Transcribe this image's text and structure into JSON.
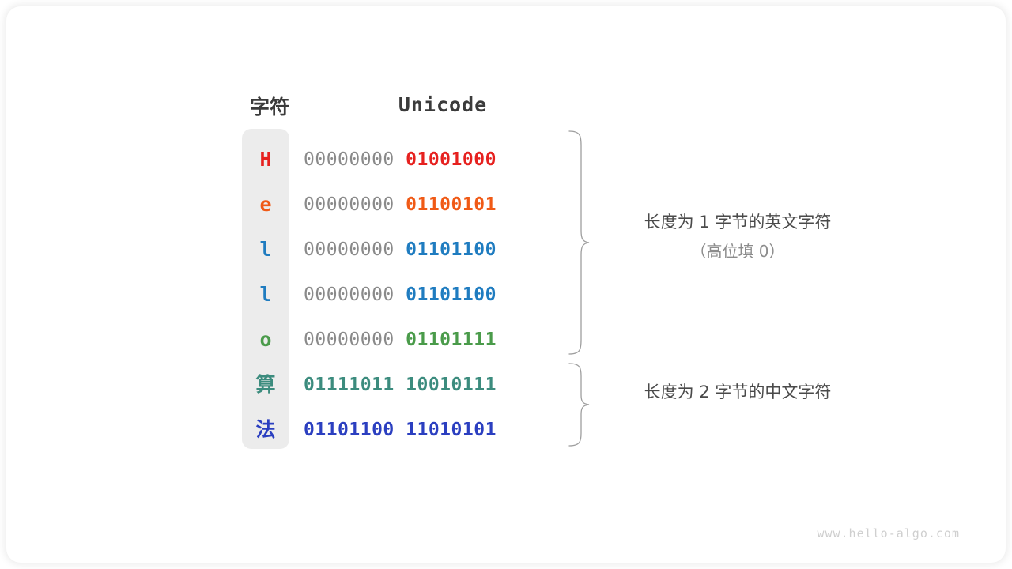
{
  "figure": {
    "title_columns": {
      "character": "字符",
      "unicode": "Unicode"
    },
    "rows": [
      {
        "char": "H",
        "high_byte": "00000000",
        "low_byte": "01001000",
        "color": "#E6211F",
        "cjk": false
      },
      {
        "char": "e",
        "high_byte": "00000000",
        "low_byte": "01100101",
        "color": "#F05A16",
        "cjk": false
      },
      {
        "char": "l",
        "high_byte": "00000000",
        "low_byte": "01101100",
        "color": "#1F7CC0",
        "cjk": false
      },
      {
        "char": "l",
        "high_byte": "00000000",
        "low_byte": "01101100",
        "color": "#1F7CC0",
        "cjk": false
      },
      {
        "char": "o",
        "high_byte": "00000000",
        "low_byte": "01101111",
        "color": "#4A9B4A",
        "cjk": false
      },
      {
        "char": "算",
        "high_byte": "01111011",
        "low_byte": "10010111",
        "color": "#3C8C7E",
        "cjk": true
      },
      {
        "char": "法",
        "high_byte": "01101100",
        "low_byte": "11010101",
        "color": "#2B3FC0",
        "cjk": true
      }
    ],
    "annotations": [
      {
        "line1": "长度为 1 字节的英文字符",
        "line2": "（高位填 0）"
      },
      {
        "line1": "长度为 2 字节的中文字符",
        "line2": ""
      }
    ],
    "watermark": "www.hello-algo.com",
    "colors": {
      "strip_background": "#ECECEC",
      "high_byte_text": "#8A8A8A",
      "header_text": "#3B3B3B",
      "annotation_text": "#4A4A4A",
      "annotation_sub_text": "#8C8C8C",
      "brace_stroke": "#9E9E9E",
      "card_background": "#FFFFFF"
    }
  }
}
